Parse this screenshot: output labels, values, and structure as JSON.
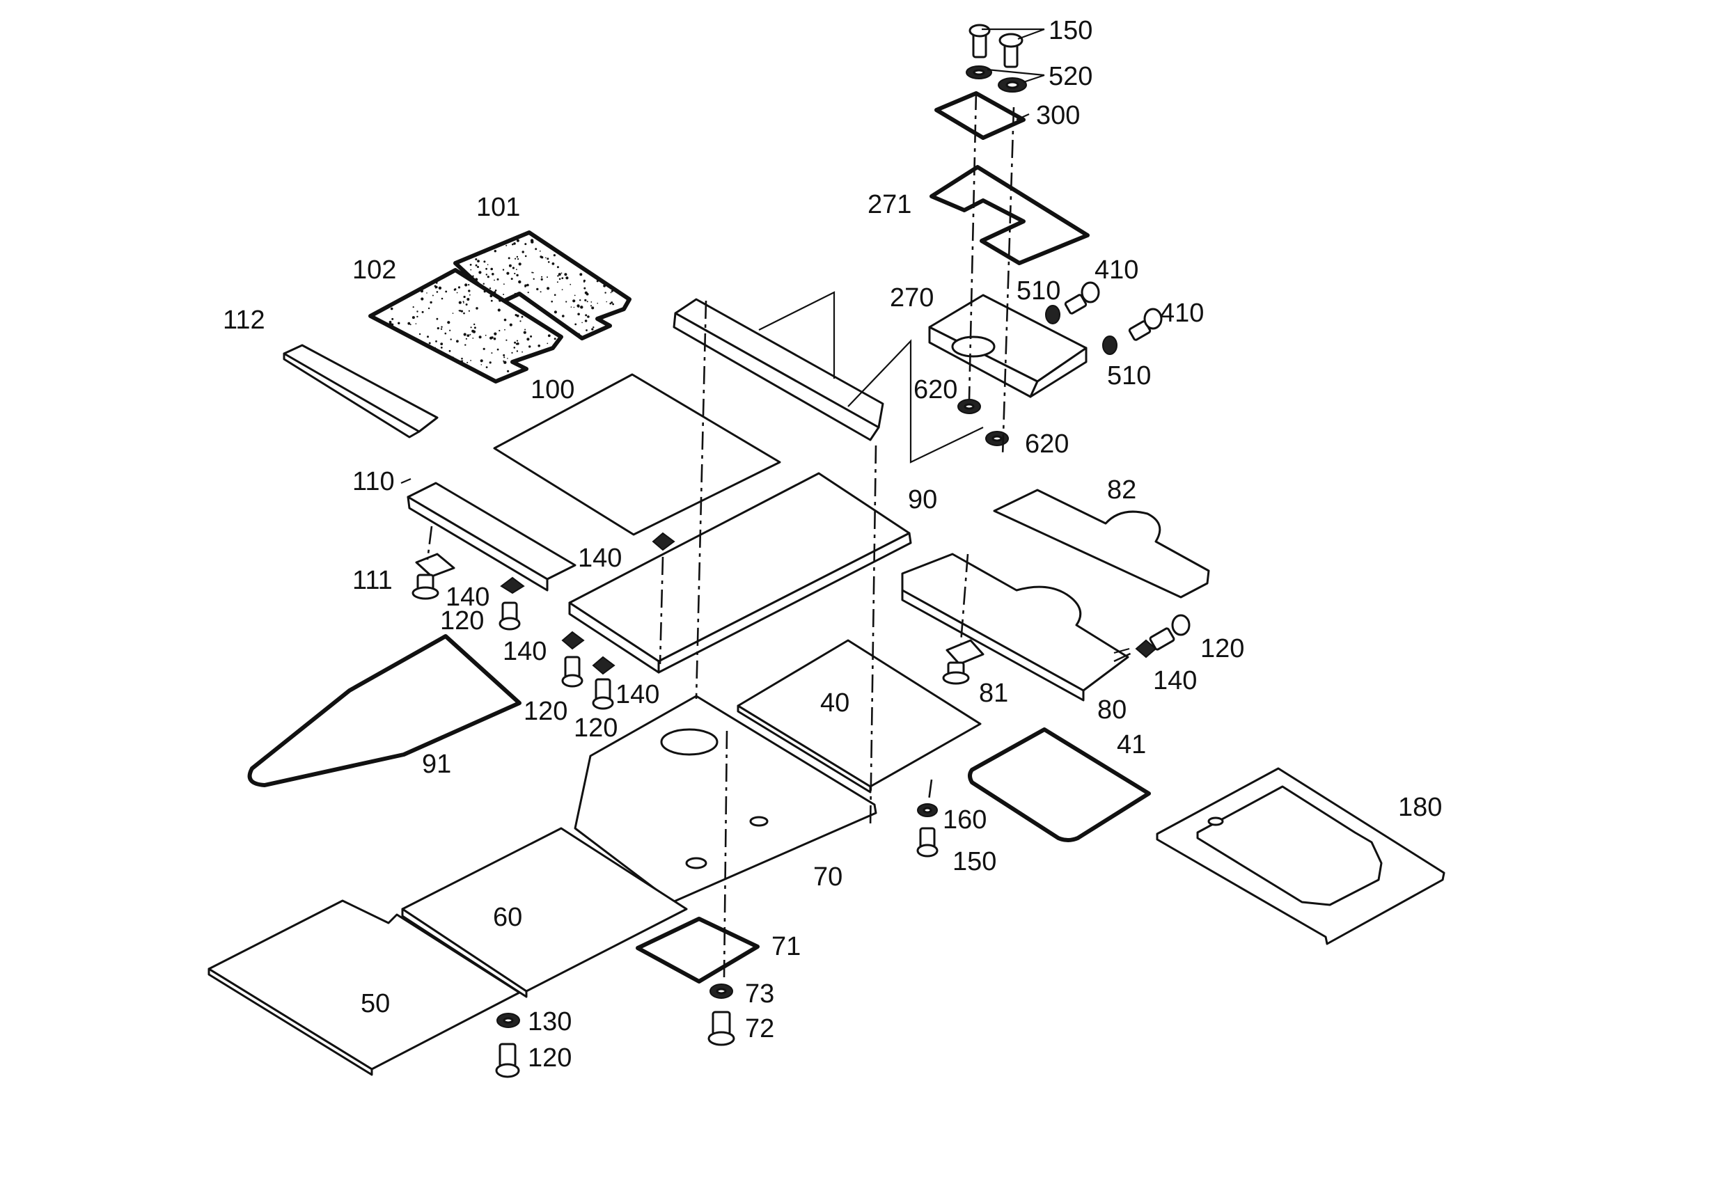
{
  "labels": {
    "p150a": "150",
    "p520": "520",
    "p300": "300",
    "p271": "271",
    "p410a": "410",
    "p410b": "410",
    "p510a": "510",
    "p510b": "510",
    "p270": "270",
    "p620a": "620",
    "p620b": "620",
    "p101": "101",
    "p102": "102",
    "p112": "112",
    "p100": "100",
    "p90": "90",
    "p82": "82",
    "p110": "110",
    "p140a": "140",
    "p111": "111",
    "p140b": "140",
    "p120a": "120",
    "p140c": "140",
    "p140d": "140",
    "p120b": "120",
    "p120c": "120",
    "p120d": "120",
    "p140e": "140",
    "p81": "81",
    "p80": "80",
    "p40": "40",
    "p41": "41",
    "p91": "91",
    "p160": "160",
    "p150b": "150",
    "p180": "180",
    "p70": "70",
    "p60": "60",
    "p71": "71",
    "p50": "50",
    "p73": "73",
    "p72": "72",
    "p130": "130",
    "p120e": "120"
  },
  "colors": {
    "ink": "#111111",
    "paper": "#ffffff"
  }
}
